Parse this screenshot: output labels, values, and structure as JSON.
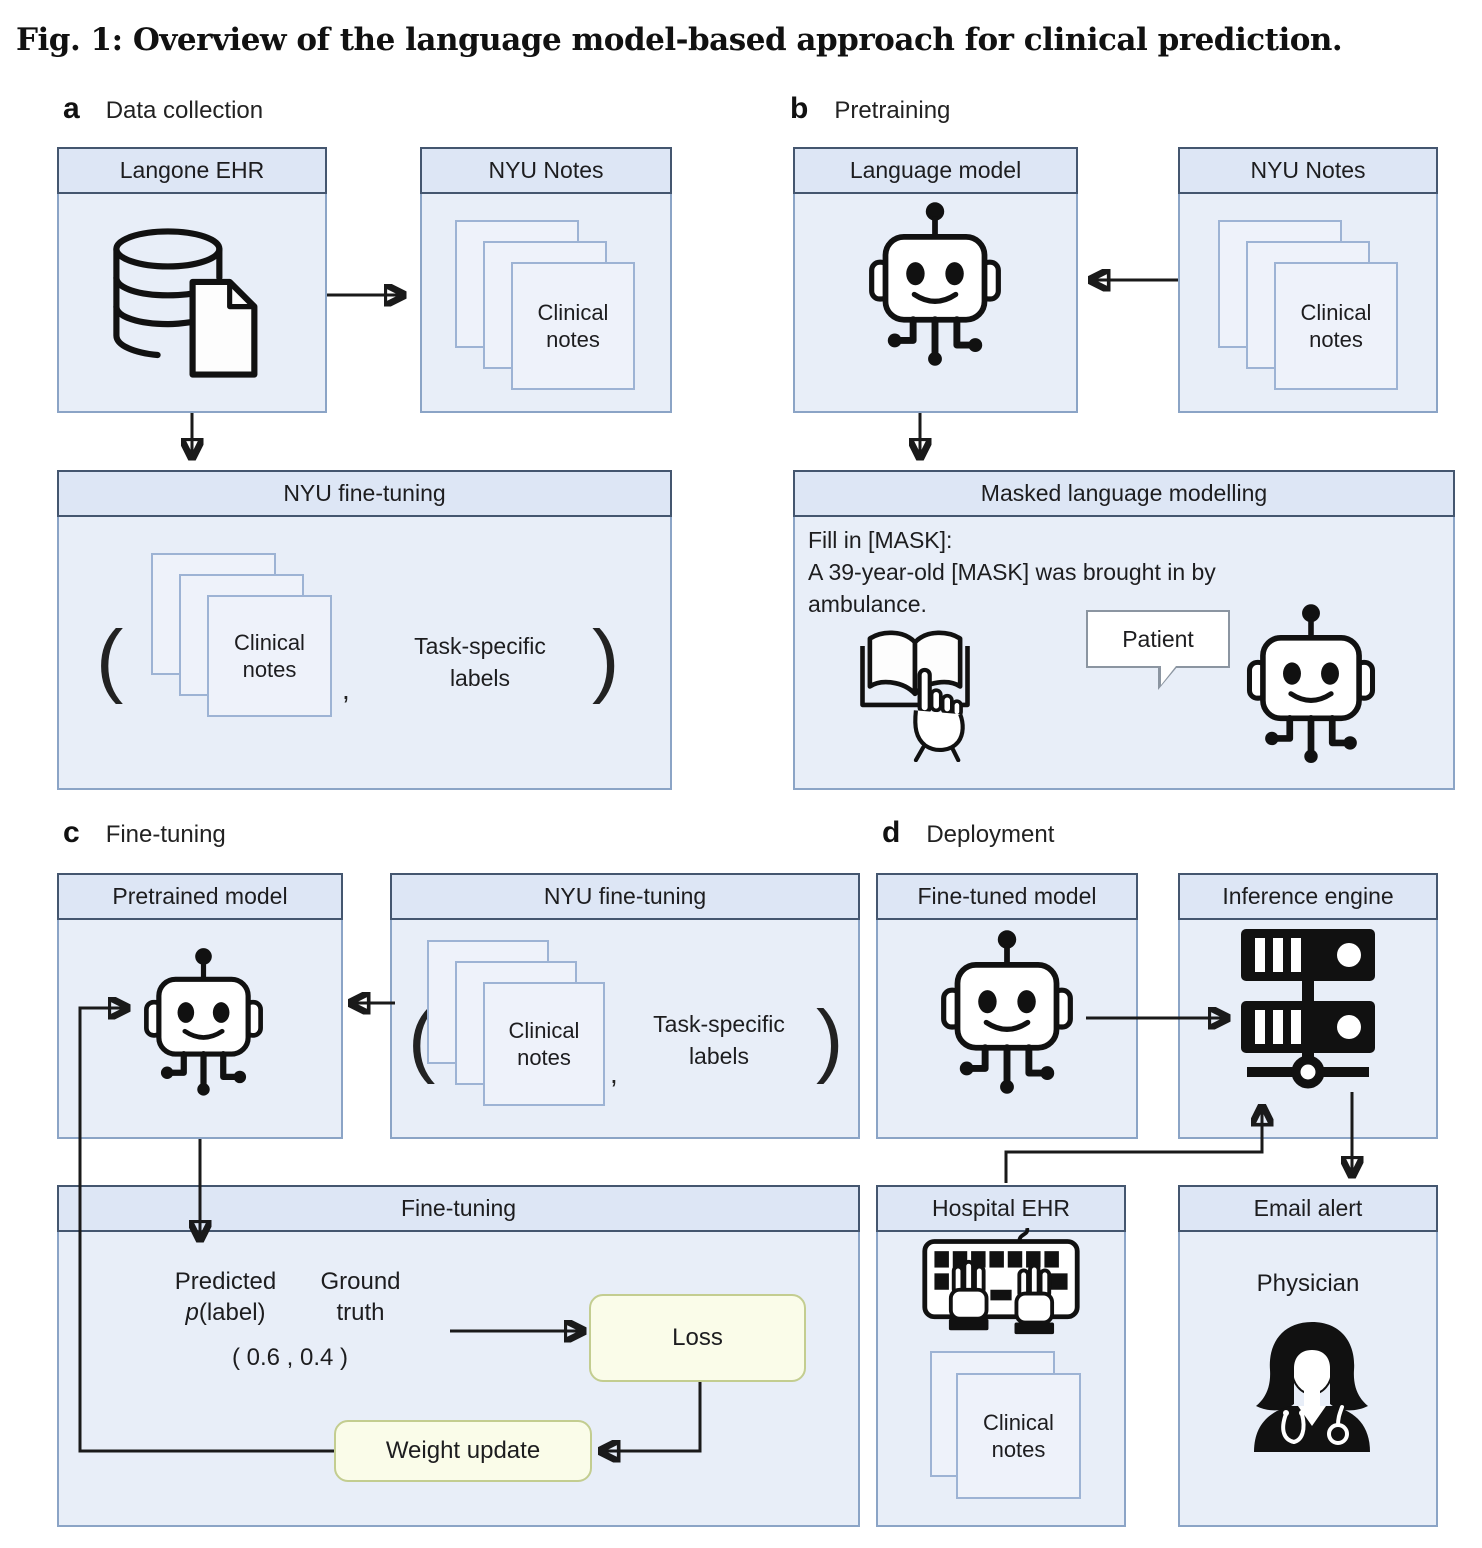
{
  "colors": {
    "page_bg": "#ffffff",
    "box_body_bg": "#e8eef8",
    "box_body_border": "#8ba4c6",
    "box_header_bg": "#dde6f5",
    "box_header_border": "#44566f",
    "note_page_bg": "#eef2fa",
    "note_page_border": "#9db3d4",
    "pill_bg": "#fafce9",
    "pill_border": "#c3cd90",
    "arrow_color": "#1a1a1a",
    "text_color": "#1d1d1f"
  },
  "figure": {
    "title": "Fig. 1: Overview of the language model-based approach for clinical prediction."
  },
  "panels": {
    "a": {
      "letter": "a",
      "title": "Data collection",
      "langone_ehr": {
        "header": "Langone EHR"
      },
      "nyu_notes": {
        "header": "NYU Notes",
        "note_label": "Clinical notes"
      },
      "nyu_fine_tuning": {
        "header": "NYU fine-tuning",
        "note_label": "Clinical notes",
        "paren_open": "(",
        "comma": ",",
        "labels_label": "Task-specific labels",
        "paren_close": ")"
      }
    },
    "b": {
      "letter": "b",
      "title": "Pretraining",
      "language_model": {
        "header": "Language model"
      },
      "nyu_notes": {
        "header": "NYU Notes",
        "note_label": "Clinical notes"
      },
      "masked_lm": {
        "header": "Masked language modelling",
        "line1": "Fill in [MASK]:",
        "line2": "A 39-year-old [MASK] was brought in by",
        "line3": "ambulance.",
        "bubble_label": "Patient"
      }
    },
    "c": {
      "letter": "c",
      "title": "Fine-tuning",
      "pretrained_model": {
        "header": "Pretrained model"
      },
      "nyu_fine_tuning": {
        "header": "NYU fine-tuning",
        "note_label": "Clinical notes",
        "paren_open": "(",
        "comma": ",",
        "labels_label": "Task-specific labels",
        "paren_close": ")"
      },
      "fine_tuning": {
        "header": "Fine-tuning",
        "predicted_line1": "Predicted",
        "predicted_p": "p",
        "predicted_rest": "(label)",
        "ground_line1": "Ground",
        "ground_line2": "truth",
        "values": "( 0.6 , 0.4 )",
        "loss_label": "Loss",
        "weight_update_label": "Weight update"
      }
    },
    "d": {
      "letter": "d",
      "title": "Deployment",
      "fine_tuned_model": {
        "header": "Fine-tuned model"
      },
      "inference_engine": {
        "header": "Inference engine"
      },
      "hospital_ehr": {
        "header": "Hospital EHR",
        "note_label": "Clinical notes"
      },
      "email_alert": {
        "header": "Email alert",
        "person_label": "Physician"
      }
    }
  }
}
